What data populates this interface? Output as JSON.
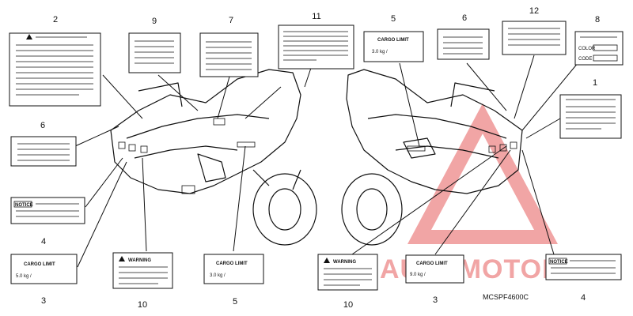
{
  "diagram_code": "MCSPF4600C",
  "watermark": "AUTOMOTOHUB",
  "callouts": {
    "c1": "1",
    "c2": "2",
    "c3a": "3",
    "c3b": "3",
    "c4a": "4",
    "c4b": "4",
    "c5a": "5",
    "c5b": "5",
    "c6a": "6",
    "c6b": "6",
    "c7": "7",
    "c8": "8",
    "c9": "9",
    "c10a": "10",
    "c10b": "10",
    "c11": "11",
    "c12": "12"
  },
  "label_text": {
    "cargo_limit": "CARGO LIMIT",
    "cargo_value": "5.0 kg  /",
    "cargo_value_b": "3.0 kg  /",
    "cargo_value_c": "9.0 kg  /",
    "warning": "WARNING",
    "notice": "NOTICE",
    "color": "COLOR",
    "code": "CODE"
  },
  "colors": {
    "line": "#111111",
    "watermark": "#f1a5a5"
  }
}
